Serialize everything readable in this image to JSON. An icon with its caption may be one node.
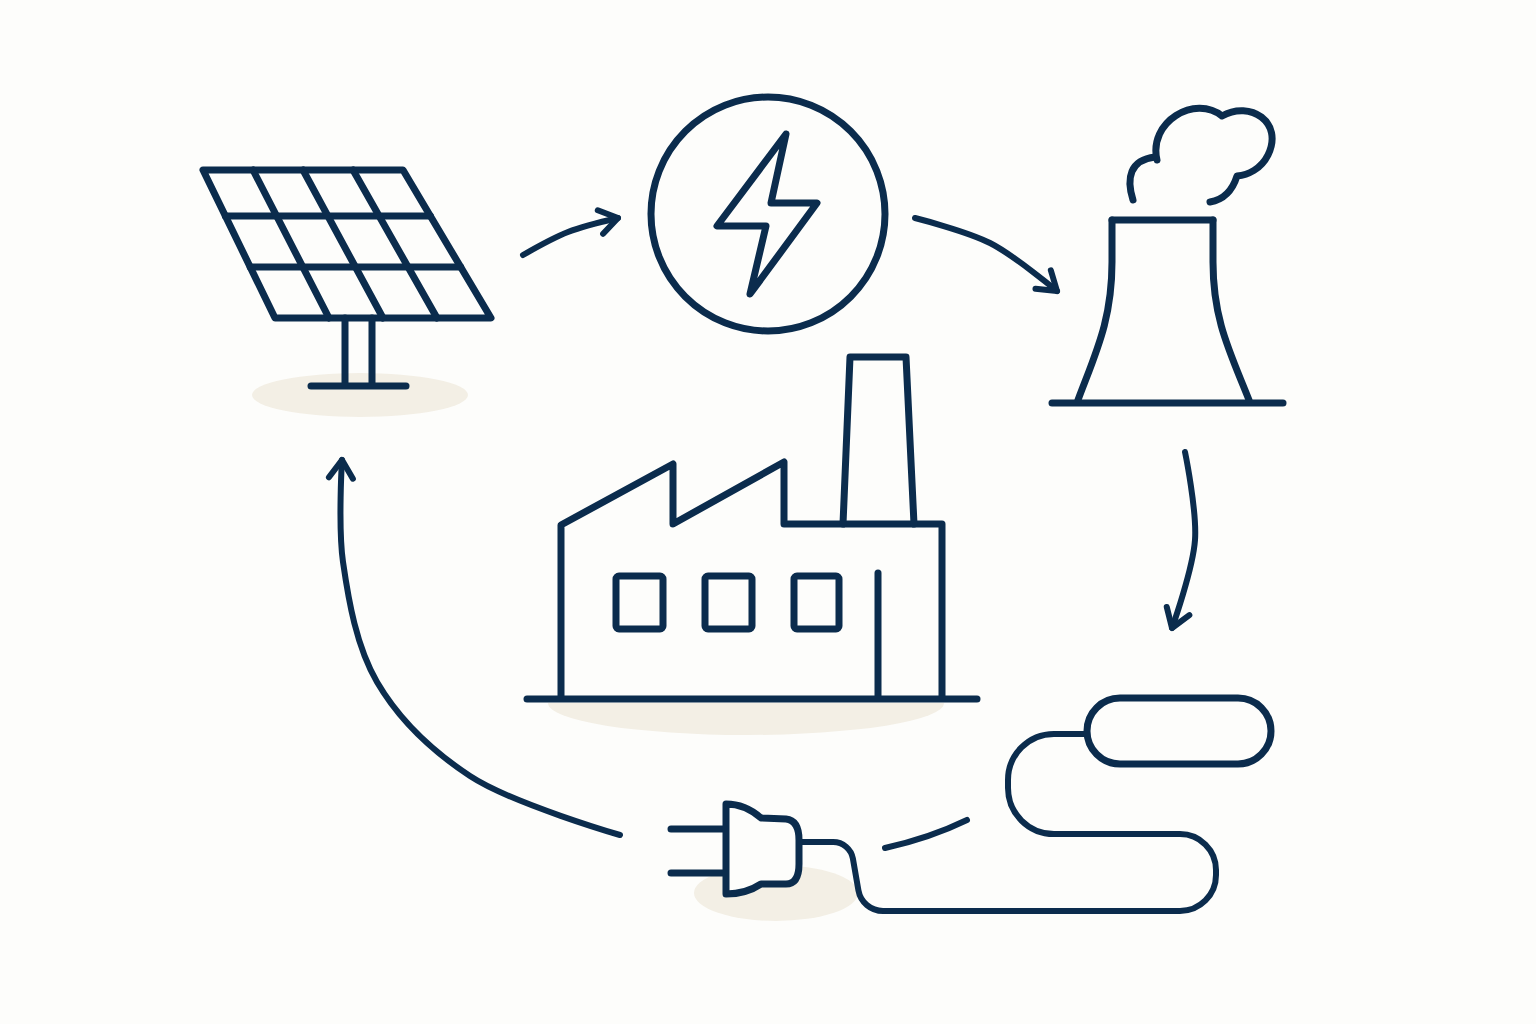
{
  "diagram": {
    "nodes": [
      {
        "text": [],
        "shape": "picture"
      },
      {
        "text": [],
        "shape": "picture"
      },
      {
        "text": [],
        "shape": "picture"
      },
      {
        "text": [],
        "shape": "picture"
      },
      {
        "text": [],
        "shape": "box"
      },
      {
        "text": [],
        "shape": "picture"
      }
    ],
    "edges": [
      {
        "from": 0,
        "to": 1,
        "arrow": "to"
      },
      {
        "from": 1,
        "to": 2,
        "arrow": "to"
      },
      {
        "from": 2,
        "to": 4,
        "arrow": "to"
      },
      {
        "from": 5,
        "to": 0,
        "arrow": "to"
      },
      {
        "from": 5,
        "to": 4,
        "arrow": "none"
      }
    ]
  }
}
